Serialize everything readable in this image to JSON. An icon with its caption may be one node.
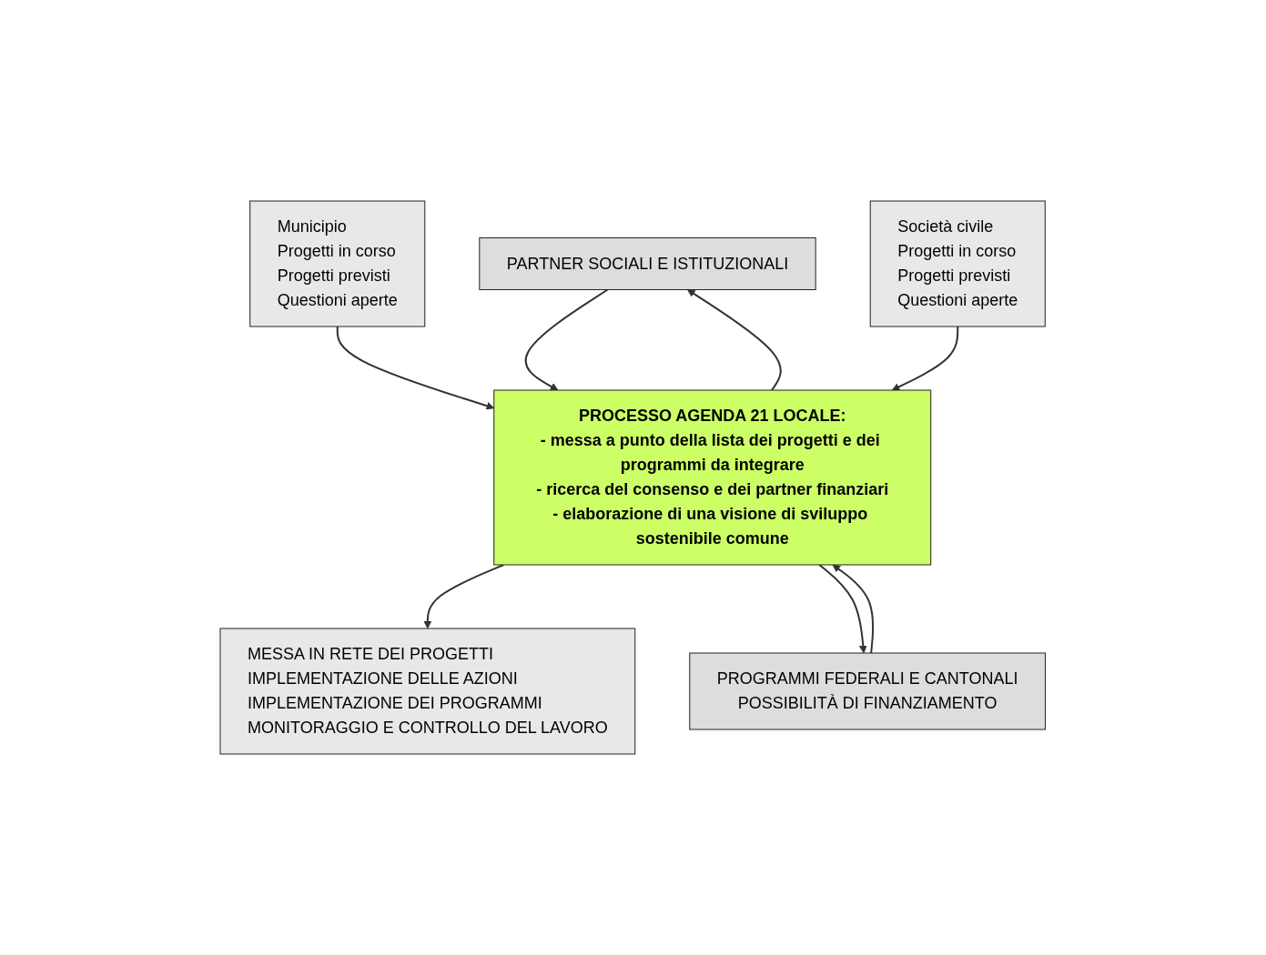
{
  "diagram": {
    "nodes": [
      {
        "text": [
          "PARTNER SOCIALI E ISTITUZIONALI"
        ]
      },
      {
        "text": [
          "Municipio",
          "Progetti in corso",
          "Progetti previsti",
          "Questioni aperte"
        ]
      },
      {
        "text": [
          "PROCESSO AGENDA 21 LOCALE:",
          "- messa a punto della lista dei progetti e dei programmi da integrare",
          "- ricerca del consenso e dei partner finanziari",
          "- elaborazione di una visione di sviluppo sostenibile comune"
        ]
      },
      {
        "text": [
          "MESSA IN RETE DEI PROGETTI",
          "IMPLEMENTAZIONE DELLE AZIONI",
          "IMPLEMENTAZIONE DEI PROGRAMMI",
          "MONITORAGGIO E CONTROLLO DEL LAVORO"
        ]
      },
      {
        "text": [
          "Società civile",
          "Progetti in corso",
          "Progetti previsti",
          "Questioni aperte"
        ]
      },
      {
        "text": [
          "PROGRAMMI FEDERALI E CANTONALI",
          "POSSIBILITÀ DI FINANZIAMENTO"
        ]
      }
    ],
    "edges": [
      {
        "from": 2,
        "to": 0,
        "arrow": "to"
      },
      {
        "from": 0,
        "to": 2,
        "arrow": "to"
      },
      {
        "from": 1,
        "to": 2,
        "arrow": "to"
      },
      {
        "from": 4,
        "to": 2,
        "arrow": "to"
      },
      {
        "from": 2,
        "to": 3,
        "arrow": "to"
      },
      {
        "from": 2,
        "to": 5,
        "arrow": "to"
      },
      {
        "from": 5,
        "to": 2,
        "arrow": "to"
      }
    ]
  }
}
